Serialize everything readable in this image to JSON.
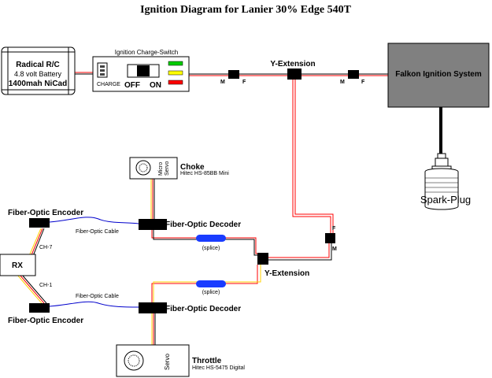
{
  "title": "Ignition Diagram for Lanier 30% Edge 540T",
  "battery": {
    "line1": "Radical R/C",
    "line2": "4.8 volt Battery",
    "line3": "1400mah NiCad"
  },
  "switch": {
    "label": "Ignition Charge-Switch",
    "charge": "CHARGE",
    "off": "OFF",
    "on": "ON"
  },
  "connectors": {
    "male": "M",
    "female": "F"
  },
  "y_extension_label": "Y-Extension",
  "ignition_label": "Falkon Ignition System",
  "spark_plug_label": "Spark-Plug",
  "choke": {
    "title": "Choke",
    "model": "Hitec HS-85BB Mini",
    "servo_line1": "Micro",
    "servo_line2": "Servo"
  },
  "throttle": {
    "title": "Throttle",
    "model": "Hitec HS-5475 Digital",
    "servo": "Servo"
  },
  "encoder_label": "Fiber-Optic Encoder",
  "decoder_label": "Fiber-Optic Decoder",
  "cable_label": "Fiber-Optic Cable",
  "splice_label": "(splice)",
  "rx_label": "RX",
  "channels": {
    "ch7": "CH-7",
    "ch1": "CH-1"
  },
  "colors": {
    "wire_red": "#ff0000",
    "wire_yellow": "#ffff00",
    "wire_orange": "#ff8c00",
    "fiber_blue": "#0000cc",
    "splice_blue": "#1a3cff",
    "ignition_box": "#808080",
    "led_green": "#00cc00",
    "led_yellow": "#ffff00",
    "led_red": "#ff0000"
  }
}
